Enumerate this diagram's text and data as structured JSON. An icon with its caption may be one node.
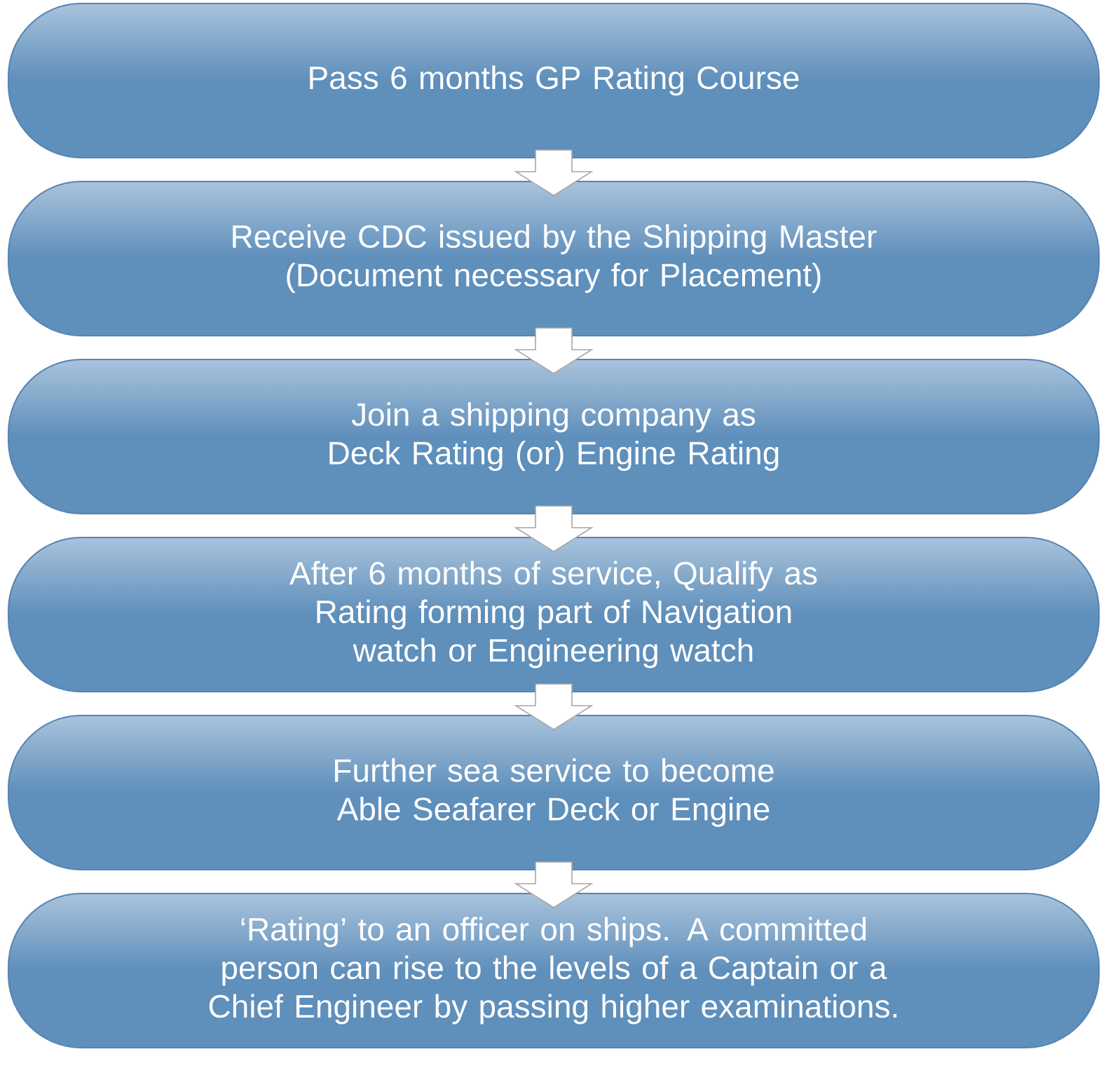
{
  "diagram": {
    "nodes": [
      {
        "text": [
          "Pass 6 months GP Rating Course"
        ]
      },
      {
        "text": [
          "Receive CDC issued by the Shipping Master (Document necessary for Placement)"
        ]
      },
      {
        "text": [
          "Join a shipping company as Deck Rating (or) Engine Rating"
        ]
      },
      {
        "text": [
          "After 6 months of service, Qualify as Rating forming part of Navigation watch or Engineering watch"
        ]
      },
      {
        "text": [
          "Further sea service to become Able Seafarer Deck or Engine"
        ]
      },
      {
        "text": [
          "‘Rating’ to an officer on ships. A committed person can rise to the levels of a Captain or a Chief Engineer by passing higher examinations."
        ]
      }
    ],
    "edges": [
      {
        "from": 0,
        "to": 1,
        "arrow": "to"
      },
      {
        "from": 1,
        "to": 2,
        "arrow": "to"
      },
      {
        "from": 2,
        "to": 3,
        "arrow": "to"
      },
      {
        "from": 3,
        "to": 4,
        "arrow": "to"
      },
      {
        "from": 4,
        "to": 5,
        "arrow": "to"
      }
    ]
  }
}
